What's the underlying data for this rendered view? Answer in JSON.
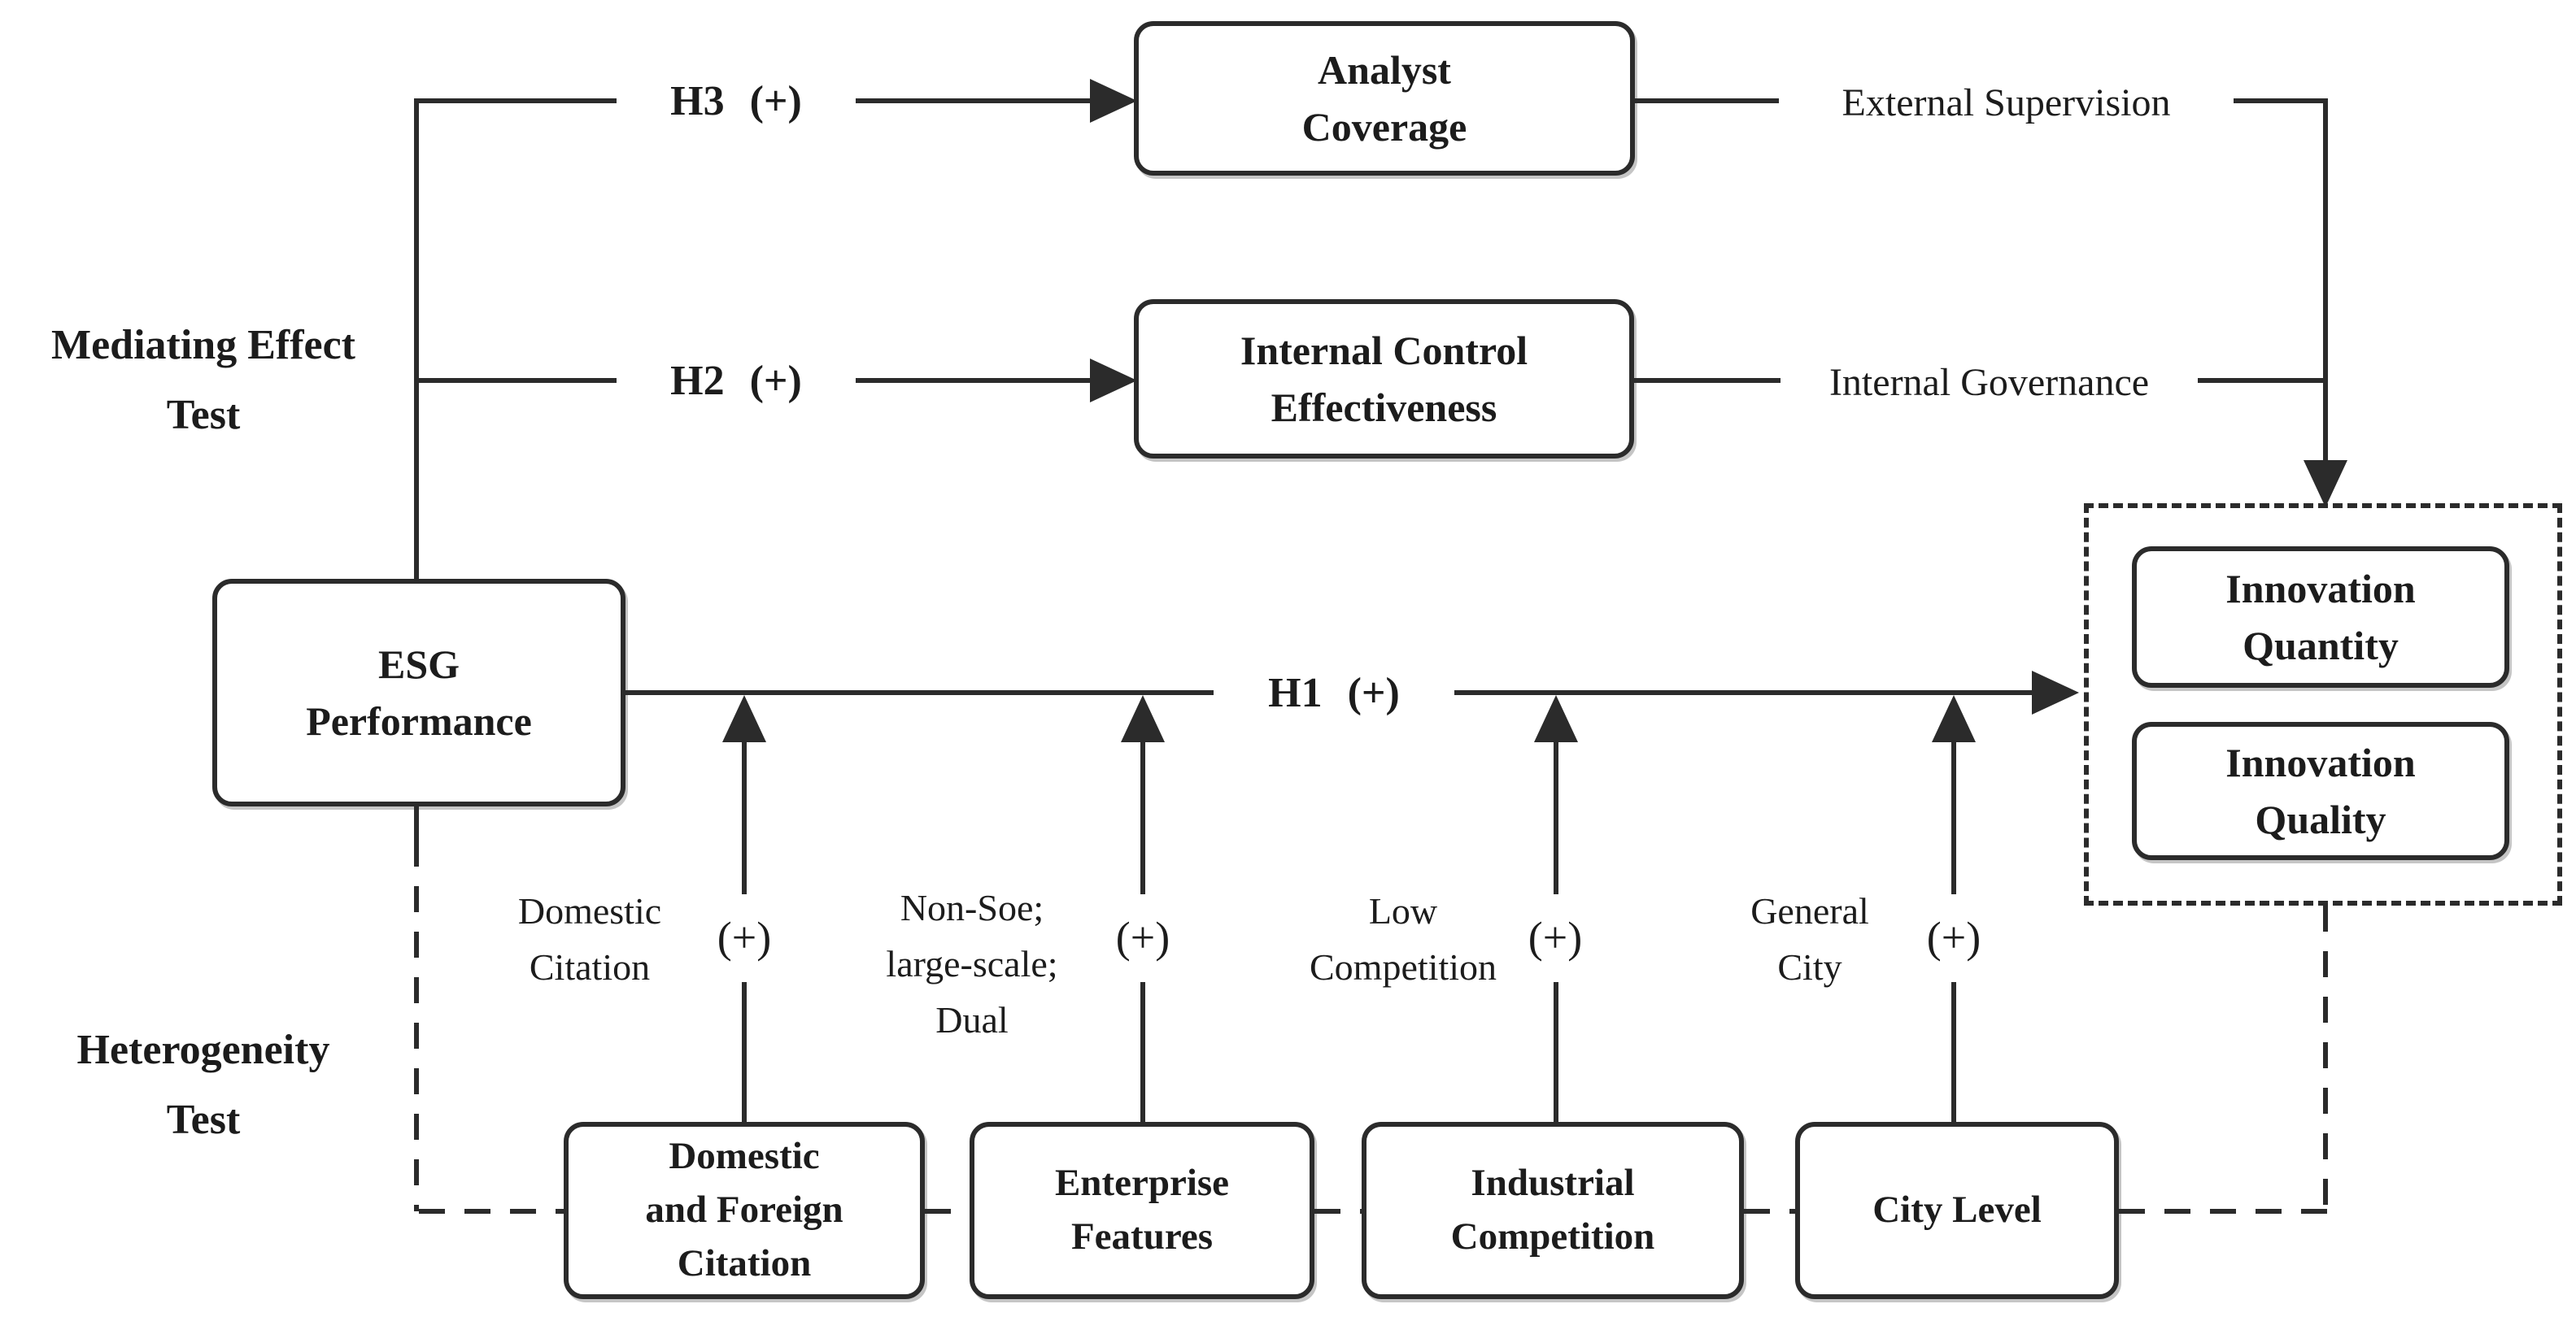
{
  "section_labels": {
    "mediating": "Mediating Effect\nTest",
    "heterogeneity": "Heterogeneity\nTest"
  },
  "nodes": {
    "esg": {
      "label": "ESG\nPerformance"
    },
    "analyst": {
      "label": "Analyst\nCoverage"
    },
    "internal_control": {
      "label": "Internal Control\nEffectiveness"
    },
    "innovation_quantity": {
      "label": "Innovation\nQuantity"
    },
    "innovation_quality": {
      "label": "Innovation\nQuality"
    },
    "domestic_foreign_citation": {
      "label": "Domestic\nand Foreign\nCitation"
    },
    "enterprise_features": {
      "label": "Enterprise\nFeatures"
    },
    "industrial_competition": {
      "label": "Industrial\nCompetition"
    },
    "city_level": {
      "label": "City Level"
    }
  },
  "hypotheses": {
    "h1": {
      "label": "H1 (+)"
    },
    "h2": {
      "label": "H2 (+)"
    },
    "h3": {
      "label": "H3 (+)"
    }
  },
  "mediator_channels": {
    "external_supervision": {
      "label": "External Supervision"
    },
    "internal_governance": {
      "label": "Internal Governance"
    }
  },
  "moderators": {
    "domestic_citation": {
      "label": "Domestic\nCitation",
      "sign": "(+)"
    },
    "enterprise_features": {
      "label": "Non-Soe;\nlarge-scale;\nDual",
      "sign": "(+)"
    },
    "industrial_competition": {
      "label": "Low\nCompetition",
      "sign": "(+)"
    },
    "city_level": {
      "label": "General\nCity",
      "sign": "(+)"
    }
  },
  "colors": {
    "line": "#2b2b2b",
    "text": "#1c1c1c",
    "background": "#ffffff"
  }
}
